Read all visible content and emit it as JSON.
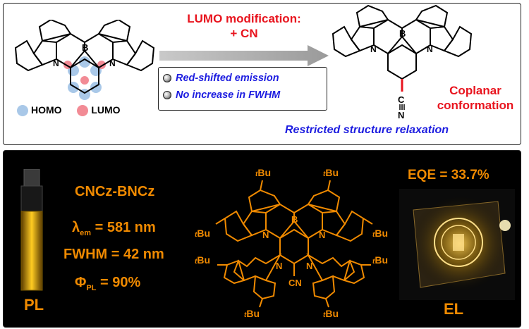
{
  "top": {
    "arrow_title_line1": "LUMO modification:",
    "arrow_title_line2": "+ CN",
    "features": [
      "Red-shifted emission",
      "No increase in FWHM"
    ],
    "boron_label": "B",
    "nitrogen_label": "N",
    "legend_homo": "HOMO",
    "legend_lumo": "LUMO",
    "coplanar_line1": "Coplanar",
    "coplanar_line2": "conformation",
    "relaxation_text": "Restricted structure relaxation",
    "cn_c": "C",
    "cn_n": "N"
  },
  "bottom": {
    "compound_name": "CNCz-BNCz",
    "lambda_symbol": "λ",
    "lambda_sub": "em",
    "lambda_value": "= 581 nm",
    "fwhm": "FWHM = 42 nm",
    "phi_symbol": "Φ",
    "phi_sub": "PL",
    "phi_value": "= 90%",
    "pl_label": "PL",
    "el_label": "EL",
    "eqe": "EQE = 33.7%",
    "tbu_t": "t",
    "tbu_bu": "Bu",
    "cn_label": "CN",
    "boron_label": "B",
    "nitrogen_label": "N"
  },
  "colors": {
    "red": "#e8141e",
    "blue": "#1d1de0",
    "orange": "#f08a00",
    "homo": "#a9c8e8",
    "lumo": "#f28b95",
    "arrow": "#a6a6a6"
  }
}
